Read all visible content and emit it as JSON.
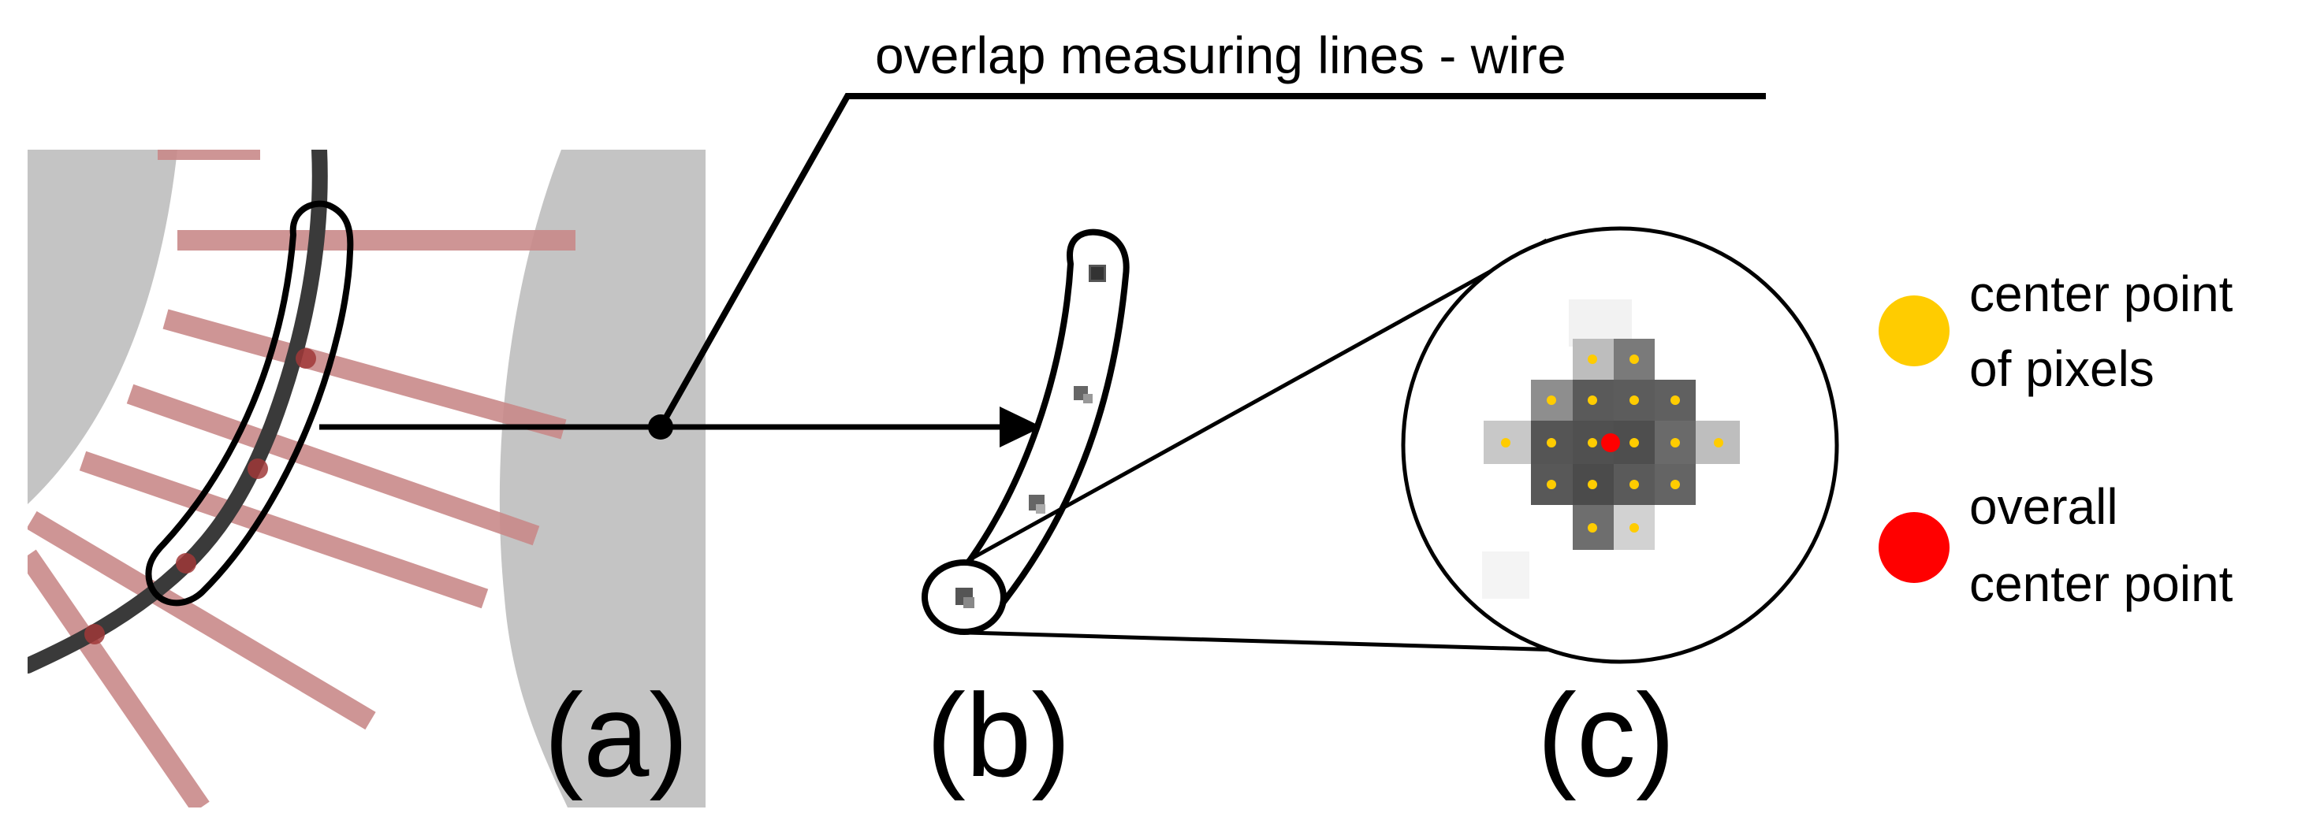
{
  "title": "overlap measuring lines - wire",
  "panels": {
    "a": {
      "label": "(a)"
    },
    "b": {
      "label": "(b)"
    },
    "c": {
      "label": "(c)"
    }
  },
  "legend": [
    {
      "line1": "center point",
      "line2": "of pixels",
      "color": "#FFCC00",
      "icon": "yellow-dot"
    },
    {
      "line1": "overall",
      "line2": "center point",
      "color": "#FF0000",
      "icon": "red-dot"
    }
  ],
  "colors": {
    "gray_background": "#C4C4C4",
    "measuring_line": "#C98A8A",
    "wire": "#3A3A3A",
    "outline": "#000000"
  }
}
